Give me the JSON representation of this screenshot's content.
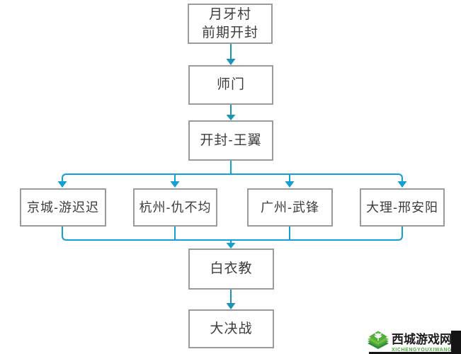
{
  "flowchart": {
    "nodes": [
      {
        "label": "月牙村\n前期开封"
      },
      {
        "label": "师门"
      },
      {
        "label": "开封-王翼"
      },
      {
        "label": "京城-游迟迟"
      },
      {
        "label": "杭州-仇不均"
      },
      {
        "label": "广州-武锋"
      },
      {
        "label": "大理-邢安阳"
      },
      {
        "label": "白衣教"
      },
      {
        "label": "大决战"
      }
    ],
    "edges": [
      {
        "from": "月牙村 前期开封",
        "to": "师门"
      },
      {
        "from": "师门",
        "to": "开封-王翼"
      },
      {
        "from": "开封-王翼",
        "to": "京城-游迟迟"
      },
      {
        "from": "开封-王翼",
        "to": "杭州-仇不均"
      },
      {
        "from": "开封-王翼",
        "to": "广州-武锋"
      },
      {
        "from": "开封-王翼",
        "to": "大理-邢安阳"
      },
      {
        "from": "京城-游迟迟",
        "to": "白衣教"
      },
      {
        "from": "杭州-仇不均",
        "to": "白衣教"
      },
      {
        "from": "广州-武锋",
        "to": "白衣教"
      },
      {
        "from": "大理-邢安阳",
        "to": "白衣教"
      },
      {
        "from": "白衣教",
        "to": "大决战"
      }
    ],
    "colors": {
      "arrow_teal": "#1f93b4",
      "arrow_cyan": "#12a0d6",
      "box_border": "#9b9b9b",
      "box_text": "#3c3c3c"
    }
  },
  "watermark": {
    "site_name": "西城游戏网",
    "site_pinyin": "XICHENGYOUXIWANG",
    "brand_green": "#4ca83e",
    "text_color": "#1c1c1c"
  }
}
